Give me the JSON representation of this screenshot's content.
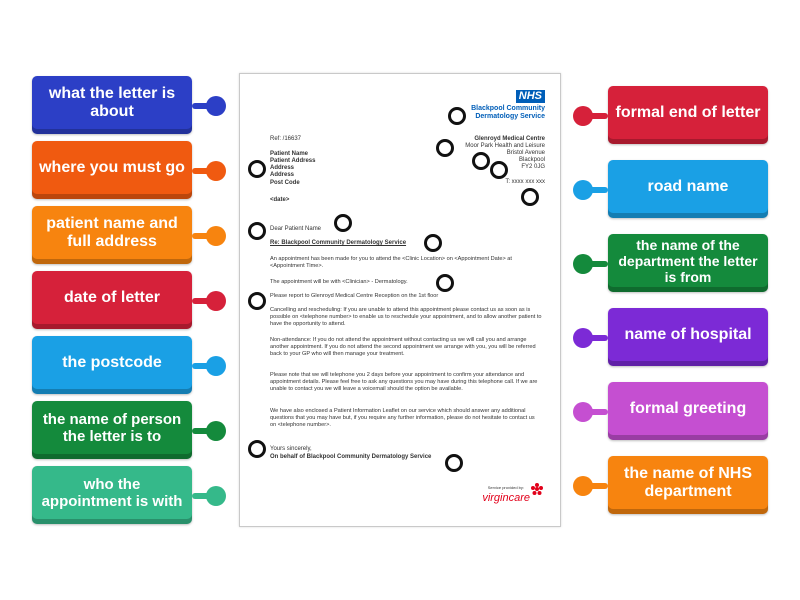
{
  "colors": {
    "blue": "#2c3fc6",
    "orange_red": "#f05a10",
    "orange": "#f7840f",
    "red": "#d6213a",
    "light_blue": "#1aa0e5",
    "green": "#148a3c",
    "teal": "#35b98a",
    "purple": "#7c2ad6",
    "violet": "#c54fd1",
    "nhs_blue": "#005eb8"
  },
  "left_labels": [
    {
      "text": "what the letter is about",
      "color": "#2c3fc6"
    },
    {
      "text": "where you must go",
      "color": "#f05a10"
    },
    {
      "text": "patient name and full address",
      "color": "#f7840f"
    },
    {
      "text": "date of letter",
      "color": "#d6213a"
    },
    {
      "text": "the postcode",
      "color": "#1aa0e5"
    },
    {
      "text": "the name of person the letter is to",
      "color": "#148a3c"
    },
    {
      "text": "who the appointment is with",
      "color": "#35b98a"
    }
  ],
  "right_labels": [
    {
      "text": "formal end of letter",
      "color": "#d6213a"
    },
    {
      "text": "road name",
      "color": "#1aa0e5"
    },
    {
      "text": "the name of the department the letter is from",
      "color": "#148a3c"
    },
    {
      "text": "name of hospital",
      "color": "#7c2ad6"
    },
    {
      "text": "formal greeting",
      "color": "#c54fd1"
    },
    {
      "text": "the name of NHS department",
      "color": "#f7840f"
    }
  ],
  "letter": {
    "nhs_logo": "NHS",
    "trust_line1": "Blackpool Community",
    "trust_line2": "Dermatology  Service",
    "ref": "Ref: /16637",
    "patient_lines": [
      "Patient Name",
      "Patient Address",
      "Address",
      "Address",
      "Post Code"
    ],
    "centre_name": "Glenroyd Medical Centre",
    "centre_lines": [
      "Moor Park Health and Leisure",
      "Bristol Avenue",
      "Blackpool",
      "FY2 0JG"
    ],
    "telephone": "T: xxxx xxx xxx",
    "date": "<date>",
    "greeting": "Dear Patient Name",
    "subject": "Re: Blackpool Community Dermatology Service",
    "para1": "An appointment has been made for you to attend the <Clinic Location> on <Appointment Date> at <Appointment Time>.",
    "para2": "The appointment will be with <Clinician> - Dermatology.",
    "para3": "Please report to Glenroyd Medical Centre Reception on the 1st floor",
    "para4": "Cancelling and rescheduling: If you are unable to attend this appointment please contact us as soon as is possible on <telephone number> to enable us to reschedule your appointment, and to allow another patient to have the opportunity to attend.",
    "para5": "Non-attendance: If you do not attend the appointment without contacting us we will call you and arrange another appointment.  If you do not attend the second appointment we arrange with you, you will be referred back to your GP who will then manage your treatment.",
    "para6": "Please note that we will telephone you 2 days before your appointment to confirm your attendance and appointment details. Please feel free to ask any questions you may have during this telephone call. If we are unable to contact you we will leave a voicemail should the option be available.",
    "para7": "We have also enclosed a Patient Information Leaflet on our service which should answer any additional questions that you may have but, if you require any further information, please do not hesitate to contact us on <telephone number>.",
    "signoff": "Yours sincerely,",
    "signature": "On behalf of Blackpool Community Dermatology Service",
    "provider_caption": "Service provided by:",
    "provider_logo": "virgincare"
  }
}
